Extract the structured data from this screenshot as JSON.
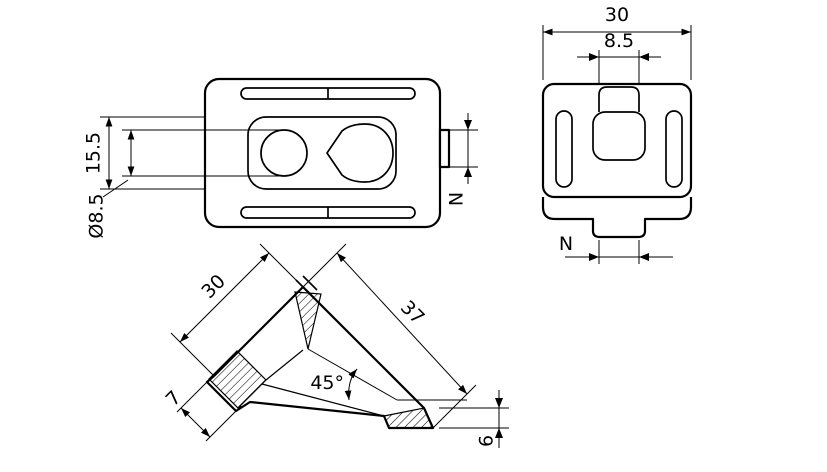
{
  "drawing": {
    "background": "#ffffff",
    "line_color": "#000000",
    "plan_view": {
      "dim_height": "15.5",
      "dim_hole_diameter": "Ø8.5",
      "dim_tab": "N"
    },
    "side_view": {
      "dim_width": "30",
      "dim_tab_width": "8.5",
      "dim_tab": "N"
    },
    "section_view": {
      "dim_leg_a": "30",
      "dim_leg_b": "37",
      "dim_angle": "45°",
      "dim_foot_width": "7",
      "dim_foot_height": "6"
    }
  }
}
